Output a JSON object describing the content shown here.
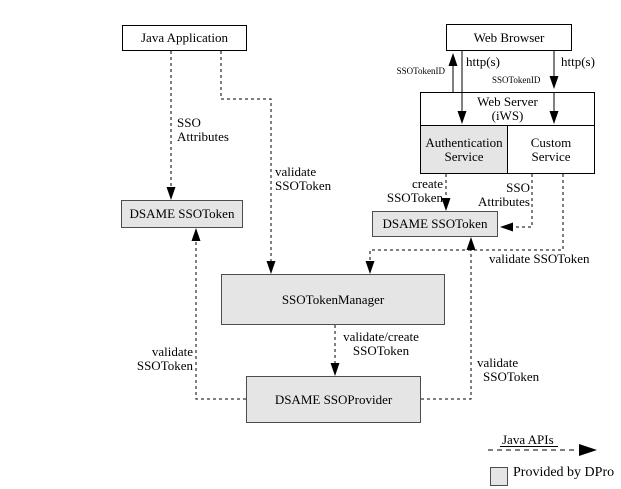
{
  "nodes": {
    "java_application": "Java Application",
    "web_browser": "Web Browser",
    "web_server_line1": "Web Server",
    "web_server_line2": "(iWS)",
    "auth_service_line1": "Authentication",
    "auth_service_line2": "Service",
    "custom_service_line1": "Custom",
    "custom_service_line2": "Service",
    "dsame_ssotoken_left": "DSAME SSOToken",
    "dsame_ssotoken_right": "DSAME SSOToken",
    "ssotoken_manager": "SSOTokenManager",
    "dsame_ssoprovider": "DSAME SSOProvider"
  },
  "edge_labels": {
    "sso_attributes_left": {
      "line1": "SSO",
      "line2": "Attributes"
    },
    "validate_from_java": {
      "line1": "validate",
      "line2": "SSOToken"
    },
    "http_left": "http(s)",
    "http_right": "http(s)",
    "ssotokenid_left": "SSOTokenID",
    "ssotokenid_right": "SSOTokenID",
    "create_ssotoken": {
      "line1": "create",
      "line2": "SSOToken"
    },
    "sso_attributes_right": {
      "line1": "SSO",
      "line2": "Attributes"
    },
    "validate_custom_service": "validate SSOToken",
    "validate_left_provider": {
      "line1": "validate",
      "line2": "SSOToken"
    },
    "validate_create_manager": {
      "line1": "validate/create",
      "line2": "SSOToken"
    },
    "validate_right_provider": {
      "line1": "validate",
      "line2": "SSOToken"
    }
  },
  "legend": {
    "java_apis": "Java APIs",
    "provided_by": "Provided by DPro"
  },
  "colors": {
    "provided_fill": "#e5e5e5",
    "line": "#000000",
    "background": "#ffffff"
  }
}
